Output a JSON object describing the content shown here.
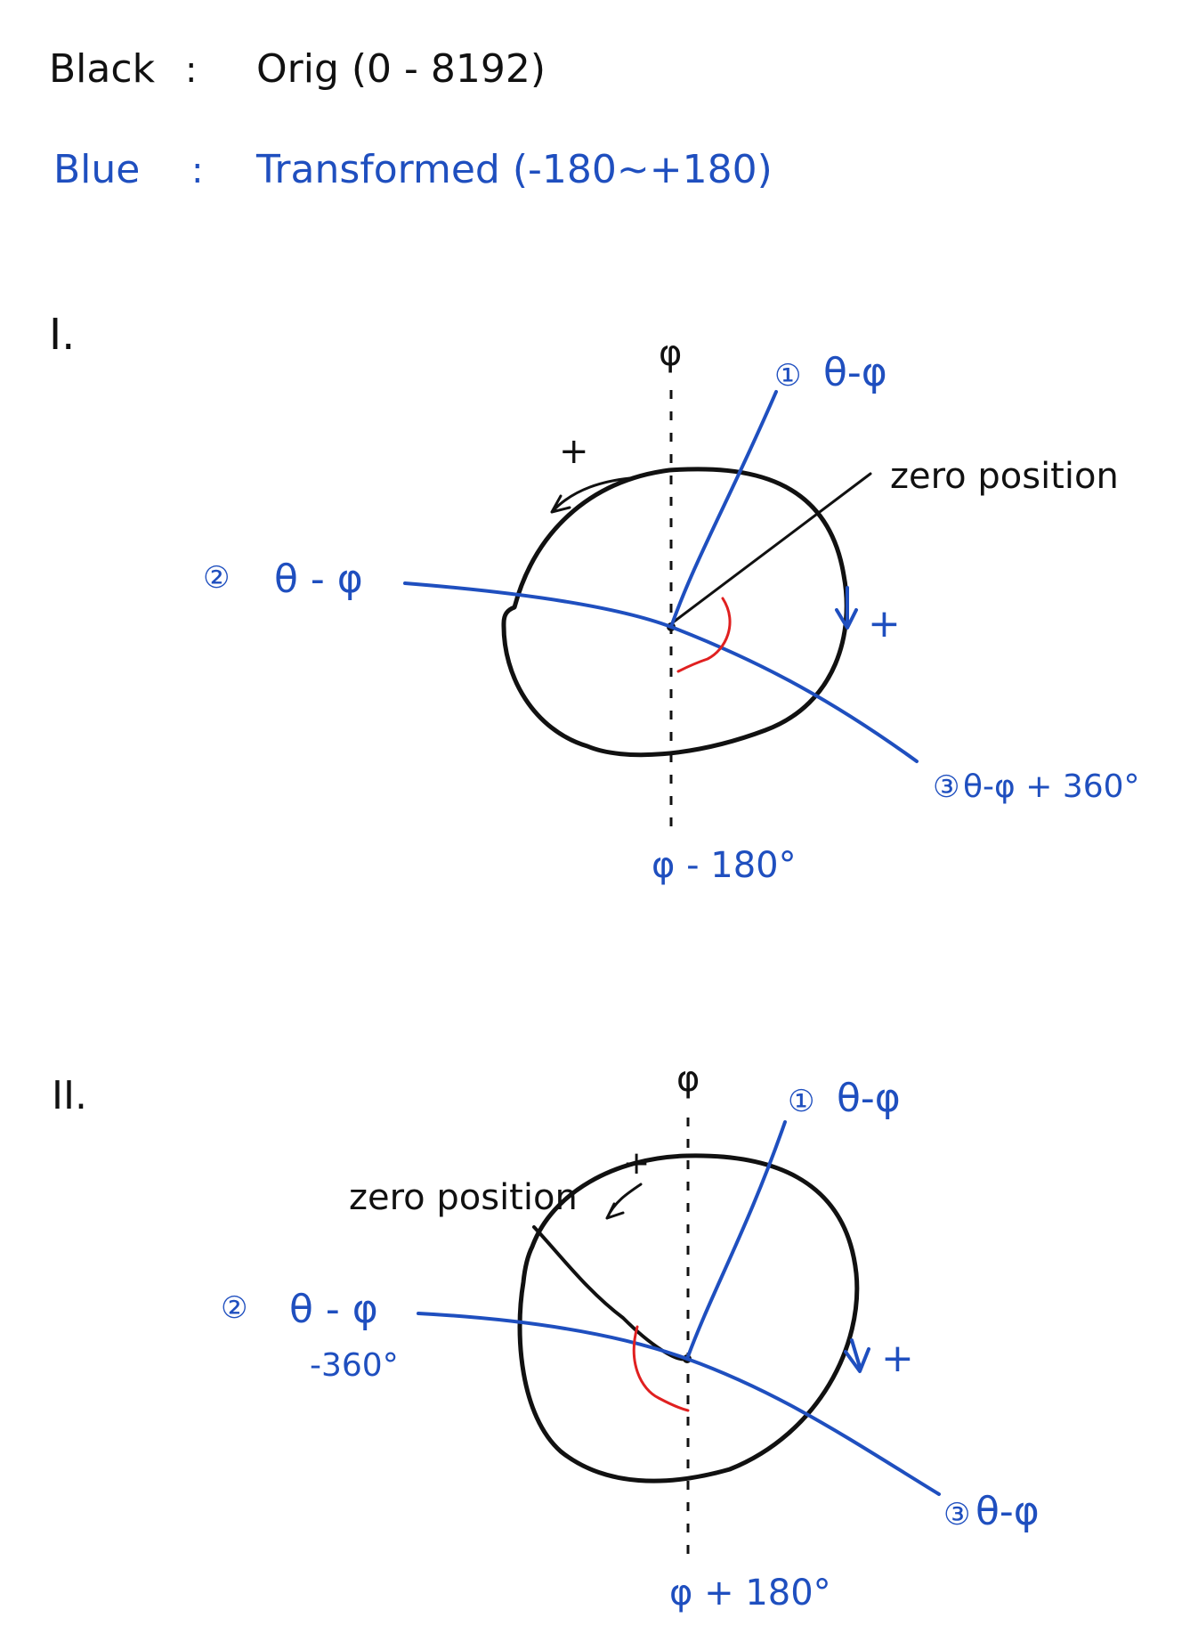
{
  "legend": {
    "black_label": "Black",
    "black_sep": ":",
    "black_text": "Orig (0 - 8192)",
    "blue_label": "Blue",
    "blue_sep": ":",
    "blue_text": "Transformed (-180~+180)"
  },
  "colors": {
    "black": "#111111",
    "blue": "#1f4fbf",
    "red": "#e02020"
  },
  "section1": {
    "title": "I.",
    "axis_top": "φ",
    "axis_bottom": "φ - 180°",
    "zero_label": "zero position",
    "plus_left": "+",
    "plus_right": "+",
    "line1_num": "①",
    "line1_text": "θ-φ",
    "line2_num": "②",
    "line2_text": "θ - φ",
    "line3_num": "③",
    "line3_text": "θ-φ + 360°"
  },
  "section2": {
    "title": "II.",
    "axis_top": "φ",
    "axis_bottom": "φ + 180°",
    "zero_label": "zero position",
    "plus_left": "+",
    "plus_right": "+",
    "line1_num": "①",
    "line1_text": "θ-φ",
    "line2_num": "②",
    "line2_text": "θ - φ",
    "line2_sub": "-360°",
    "line3_num": "③",
    "line3_text": "θ-φ"
  }
}
